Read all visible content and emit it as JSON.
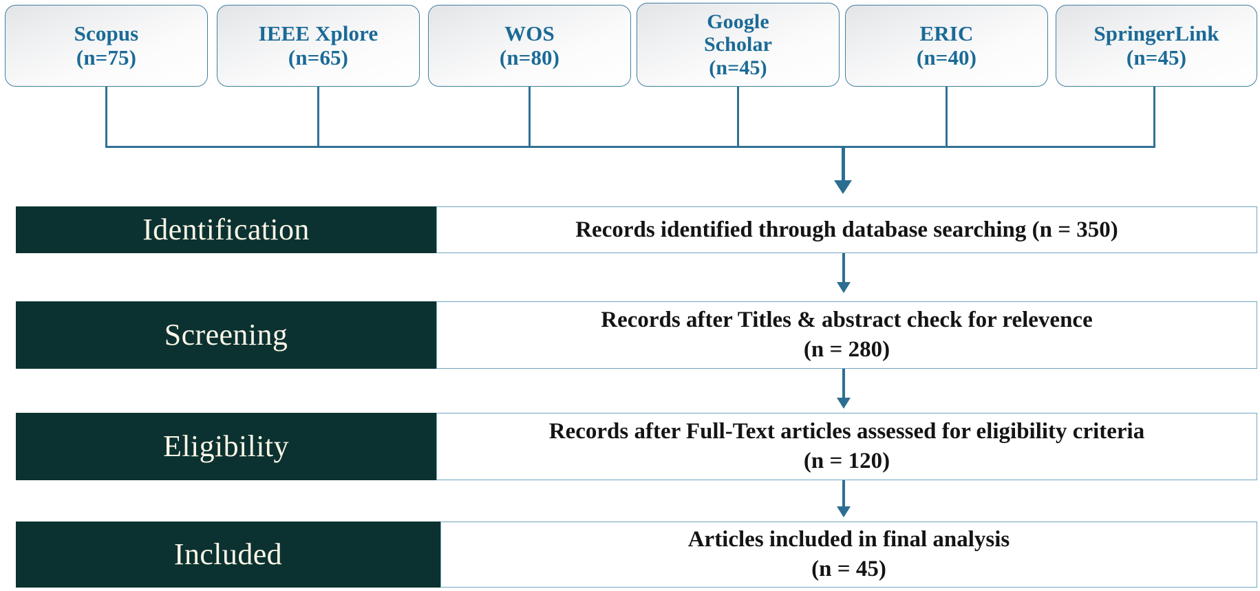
{
  "colors": {
    "source_box_text": "#1b6a96",
    "source_box_border": "#3e7ea0",
    "connector_line": "#2f7295",
    "arrow": "#2c6e92",
    "stage_label_bg": "#0b3230",
    "stage_label_text": "#fdf6e8",
    "stage_body_border": "#6fa5c0",
    "stage_body_text": "#141414",
    "page_bg": "#ffffff"
  },
  "chart_data": {
    "type": "diagram",
    "title": "PRISMA flow diagram of study selection",
    "sources": [
      {
        "name": "Scopus",
        "n": 75,
        "label": "Scopus\n(n=75)"
      },
      {
        "name": "IEEE Xplore",
        "n": 65,
        "label": "IEEE Xplore\n(n=65)"
      },
      {
        "name": "WOS",
        "n": 80,
        "label": "WOS\n(n=80)"
      },
      {
        "name": "Google Scholar",
        "n": 45,
        "label": "Google\nScholar\n(n=45)"
      },
      {
        "name": "ERIC",
        "n": 40,
        "label": "ERIC\n(n=40)"
      },
      {
        "name": "SpringerLink",
        "n": 45,
        "label": "SpringerLink\n(n=45)"
      }
    ],
    "stages": [
      {
        "label": "Identification",
        "text": "Records identified through database searching (n = 350)",
        "n": 350
      },
      {
        "label": "Screening",
        "text": "Records after Titles & abstract check for relevence\n(n = 280)",
        "n": 280
      },
      {
        "label": "Eligibility",
        "text": "Records after Full-Text articles assessed for eligibility criteria\n(n = 120)",
        "n": 120
      },
      {
        "label": "Included",
        "text": "Articles included in final analysis\n(n = 45)",
        "n": 45
      }
    ],
    "source_total": 350
  },
  "sources": {
    "scopus": {
      "label": "Scopus\n(n=75)"
    },
    "ieee_xplore": {
      "label": "IEEE Xplore\n(n=65)"
    },
    "wos": {
      "label": "WOS\n(n=80)"
    },
    "google_scholar": {
      "label": "Google\nScholar\n(n=45)"
    },
    "eric": {
      "label": "ERIC\n(n=40)"
    },
    "springerlink": {
      "label": "SpringerLink\n(n=45)"
    }
  },
  "stages": {
    "identification": {
      "label": "Identification",
      "text": "Records identified through database searching (n = 350)"
    },
    "screening": {
      "label": "Screening",
      "text": "Records after Titles & abstract check for relevence\n(n = 280)"
    },
    "eligibility": {
      "label": "Eligibility",
      "text": "Records after Full-Text articles assessed for eligibility criteria\n(n = 120)"
    },
    "included": {
      "label": "Included",
      "text": "Articles included in final analysis\n(n = 45)"
    }
  }
}
